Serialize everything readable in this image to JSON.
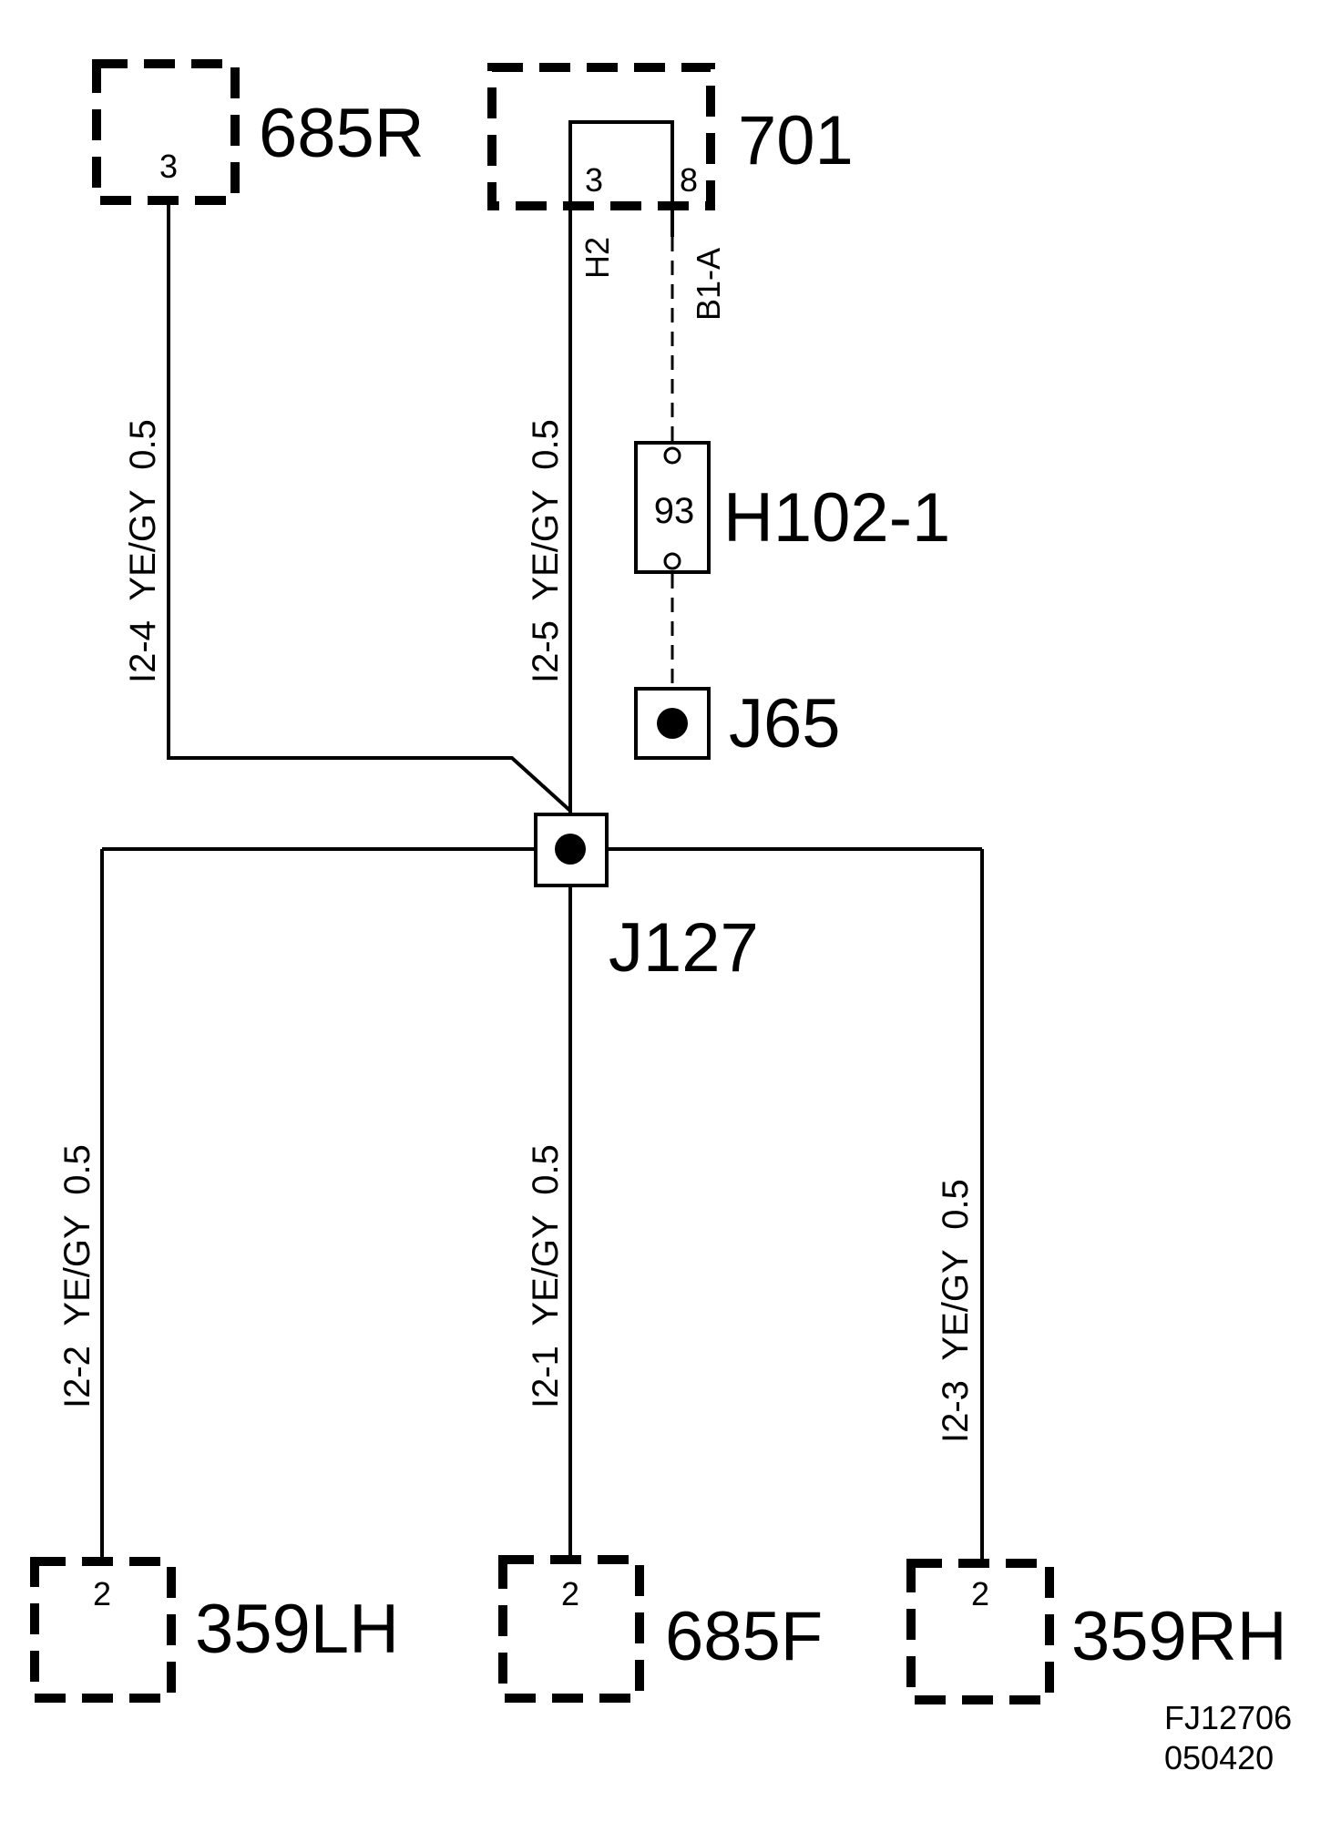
{
  "components": {
    "c685r": {
      "name": "685R",
      "pin": "3"
    },
    "c701": {
      "name": "701",
      "pin_left": "3",
      "pin_right": "8"
    },
    "h102": {
      "name": "H102-1",
      "value": "93"
    },
    "j65": {
      "name": "J65"
    },
    "j127": {
      "name": "J127"
    },
    "c359lh": {
      "name": "359LH",
      "pin": "2"
    },
    "c685f": {
      "name": "685F",
      "pin": "2"
    },
    "c359rh": {
      "name": "359RH",
      "pin": "2"
    }
  },
  "wires": {
    "w_685r": "I2-4  YE/GY  0.5",
    "w_701": "I2-5  YE/GY  0.5",
    "w_359lh": "I2-2  YE/GY  0.5",
    "w_685f": "I2-1  YE/GY  0.5",
    "w_359rh": "I2-3  YE/GY  0.5",
    "h2": "H2",
    "b1a": "B1-A"
  },
  "reference": {
    "code": "FJ12706",
    "date": "050420"
  }
}
